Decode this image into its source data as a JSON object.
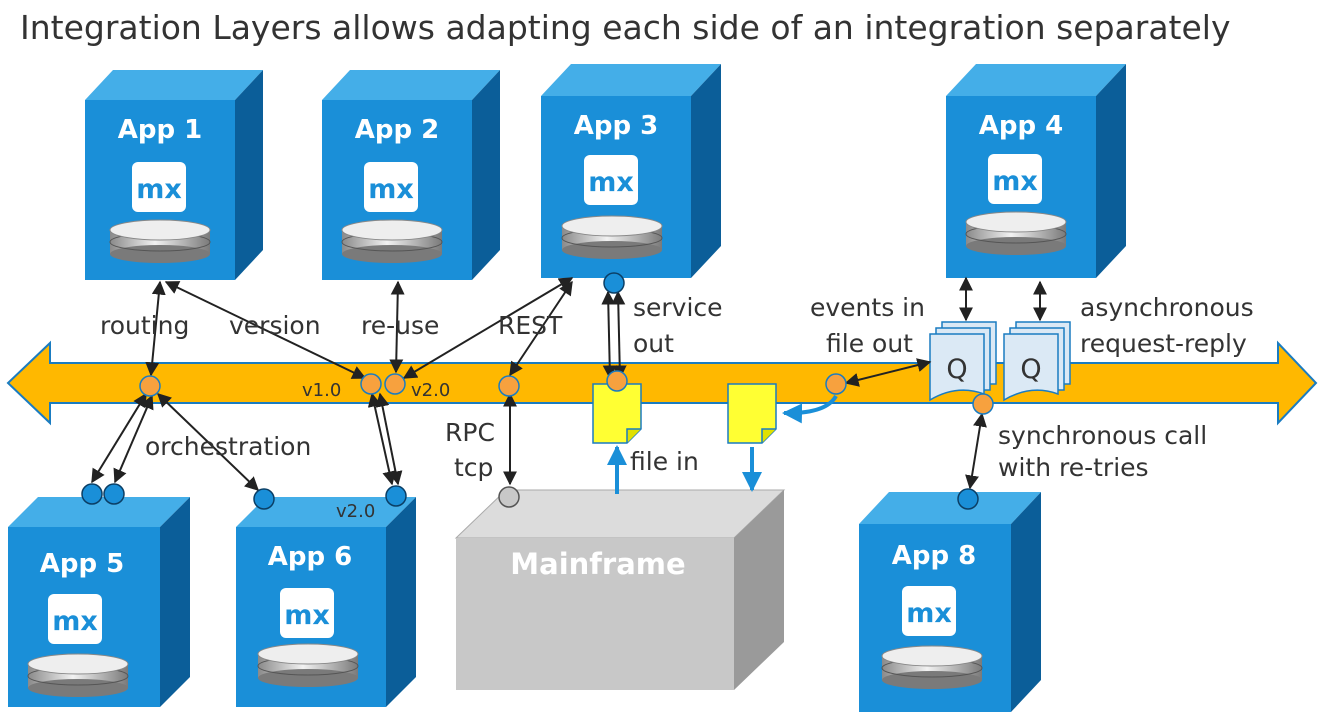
{
  "title": "Integration Layers allows adapting each side of an integration separately",
  "apps": [
    {
      "id": "app1",
      "label": "App 1"
    },
    {
      "id": "app2",
      "label": "App 2"
    },
    {
      "id": "app3",
      "label": "App 3"
    },
    {
      "id": "app4",
      "label": "App 4"
    },
    {
      "id": "app5",
      "label": "App 5"
    },
    {
      "id": "app6",
      "label": "App 6"
    },
    {
      "id": "app8",
      "label": "App 8"
    }
  ],
  "mx_logo": "mx",
  "mainframe": "Mainframe",
  "queue_label": "Q",
  "labels": {
    "routing": "routing",
    "version": "version",
    "reuse": "re-use",
    "rest": "REST",
    "service": "service",
    "out": "out",
    "events_in": "events in",
    "file_out": "file out",
    "asynchronous": "asynchronous",
    "request_reply": "request-reply",
    "v1": "v1.0",
    "v2a": "v2.0",
    "v2b": "v2.0",
    "orchestration": "orchestration",
    "rpc": "RPC",
    "tcp": "tcp",
    "file_in": "file in",
    "sync_call": "synchronous call",
    "retries": "with re-tries"
  },
  "colors": {
    "bus": "#ffb800",
    "bus_stroke": "#1a7cc1",
    "cube_front": "#1a8fd8",
    "cube_top": "#44aee8",
    "cube_side": "#0b5e99",
    "node": "#f7a13e",
    "node_blue": "#1a8fd8",
    "file": "#ffff33",
    "mainframe_front": "#c8c8c8",
    "mainframe_top": "#dcdcdc",
    "mainframe_side": "#9a9a9a"
  }
}
